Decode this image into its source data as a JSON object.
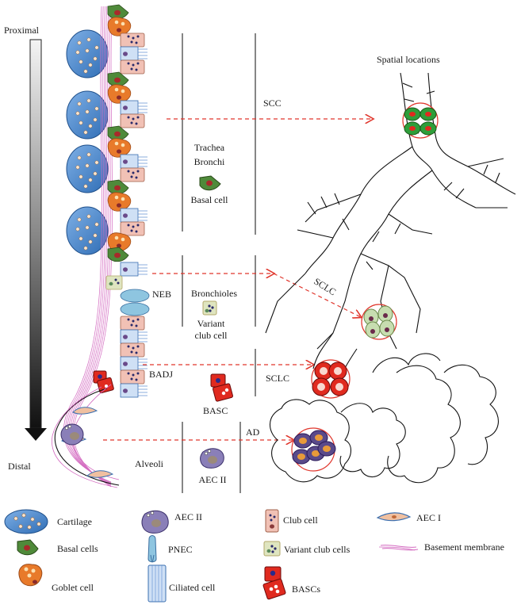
{
  "axis": {
    "top_label": "Proximal",
    "bottom_label": "Distal"
  },
  "regions": {
    "trachea": "Trachea",
    "bronchi": "Bronchi",
    "basal_cell": "Basal cell",
    "neb": "NEB",
    "bronchioles": "Bronchioles",
    "variant_club_line1": "Variant",
    "variant_club_line2": "club cell",
    "badj": "BADJ",
    "basc": "BASC",
    "alveoli": "Alveoli",
    "aec2": "AEC II"
  },
  "cancers": {
    "scc": "SCC",
    "sclc_region": "SCLC",
    "sclc_airway": "SCLC",
    "ad": "AD"
  },
  "spatial_title": "Spatial locations",
  "legend": {
    "cartilage": "Cartilage",
    "aec2": "AEC II",
    "club_cell": "Club cell",
    "aec1": "AEC I",
    "basal_cells": "Basal cells",
    "pnec": "PNEC",
    "variant_club_cells": "Variant club cells",
    "basement_membrane": "Basement membrane",
    "goblet_cell": "Goblet cell",
    "ciliated_cell": "Ciliated cell",
    "bascs": "BASCs"
  },
  "colors": {
    "cartilage": "#4a86c8",
    "basal": "#4f8a3a",
    "goblet": "#e87a2a",
    "club": "#f1c1b5",
    "ciliated": "#cfe0f5",
    "pnec": "#8ec5e0",
    "variant_club": "#dfe5c0",
    "basc": "#e02a1f",
    "aec2": "#8a7fb8",
    "membrane": "#d36ac0",
    "arrow": "#e0362c"
  }
}
